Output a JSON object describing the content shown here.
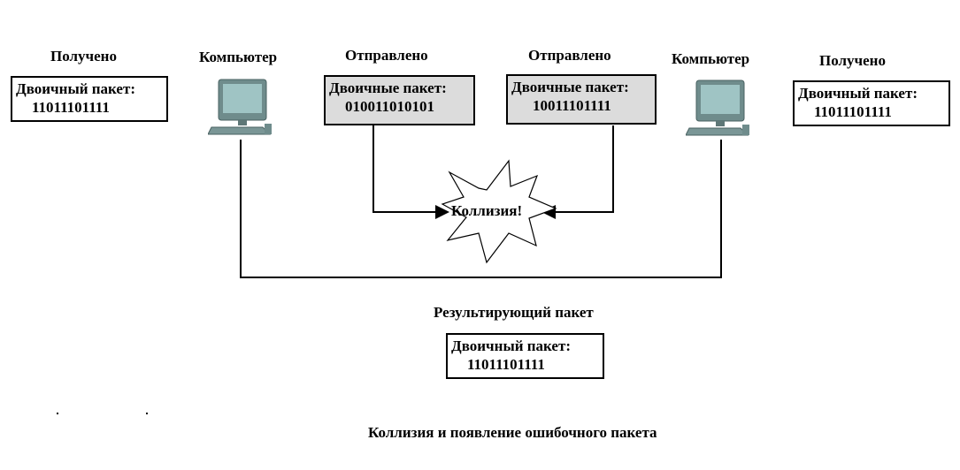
{
  "left": {
    "received_label": "Получено",
    "computer_label": "Компьютер",
    "received_box": {
      "title": "Двоичный пакет:",
      "value": "11011101111"
    },
    "sent_label": "Отправлено",
    "sent_box": {
      "title": "Двоичные пакет:",
      "value": "010011010101"
    }
  },
  "right": {
    "sent_label": "Отправлено",
    "sent_box": {
      "title": "Двоичные пакет:",
      "value": "10011101111"
    },
    "computer_label": "Компьютер",
    "received_label": "Получено",
    "received_box": {
      "title": "Двоичный пакет:",
      "value": "11011101111"
    }
  },
  "collision_label": "Коллизия!",
  "result": {
    "label": "Результирующий пакет",
    "box": {
      "title": "Двоичный пакет:",
      "value": "11011101111"
    }
  },
  "caption": "Коллизия и появление ошибочного пакета",
  "icons": {
    "computer": "computer-icon",
    "collision": "collision-burst-icon"
  },
  "colors": {
    "sent_box_fill": "#dcdcdc",
    "monitor_body": "#6f8c8c",
    "monitor_screen": "#9fc4c4"
  }
}
